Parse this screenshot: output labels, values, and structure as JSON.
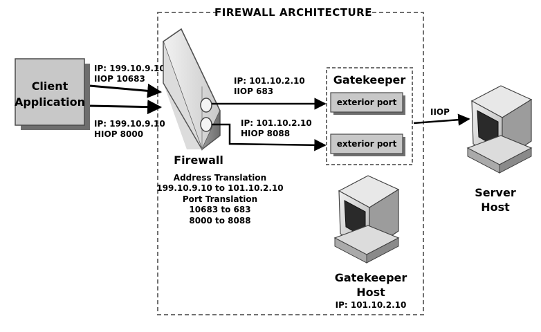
{
  "frame": {
    "title": "FIREWALL ARCHITECTURE"
  },
  "client": {
    "line1": "Client",
    "line2": "Application"
  },
  "client_conn_top": {
    "line1": "IP: 199.10.9.10",
    "line2": "IIOP 10683"
  },
  "client_conn_bottom": {
    "line1": "IP: 199.10.9.10",
    "line2": "HIOP 8000"
  },
  "firewall": {
    "label": "Firewall",
    "notes": [
      "Address Translation",
      "199.10.9.10 to 101.10.2.10",
      "Port Translation",
      "10683 to 683",
      "8000 to 8088"
    ]
  },
  "fw_conn_top": {
    "line1": "IP: 101.10.2.10",
    "line2": "IIOP 683"
  },
  "fw_conn_bottom": {
    "line1": "IP: 101.10.2.10",
    "line2": "HIOP 8088"
  },
  "gatekeeper": {
    "title": "Gatekeeper",
    "port1": "exterior port",
    "port2": "exterior port"
  },
  "iiop_label": "IIOP",
  "server": {
    "line1": "Server",
    "line2": "Host"
  },
  "gatekeeper_host": {
    "line1": "Gatekeeper",
    "line2": "Host",
    "ip": "IP: 101.10.2.10"
  },
  "colors": {
    "box_fill": "#c8c8c8",
    "frame_stroke": "#707070",
    "line": "#000000"
  }
}
